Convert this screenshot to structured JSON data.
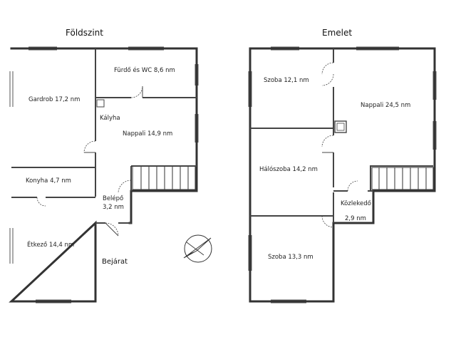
{
  "titles": {
    "ground": "Földszint",
    "upper": "Emelet"
  },
  "entrance_label": "Bejárat",
  "ground_floor": {
    "gardrob": "Gardrob  17,2 nm",
    "furdo": "Fürdő és WC  8,6 nm",
    "kalyha": "Kályha",
    "nappali": "Nappali   14,9 nm",
    "konyha": "Konyha   4,7 nm",
    "belepo_name": "Belépő",
    "belepo_area": "3,2 nm",
    "etkezo": "Étkező   14,4 nm"
  },
  "upper_floor": {
    "szoba1": "Szoba   12,1 nm",
    "nappali": "Nappali   24,5 nm",
    "haloszoba": "Hálószoba   14,2 nm",
    "kozlekedo_name": "Közlekedő",
    "kozlekedo_area": "2,9 nm",
    "szoba2": "Szoba   13,3 nm"
  },
  "compass_icon": "north-arrow-icon"
}
